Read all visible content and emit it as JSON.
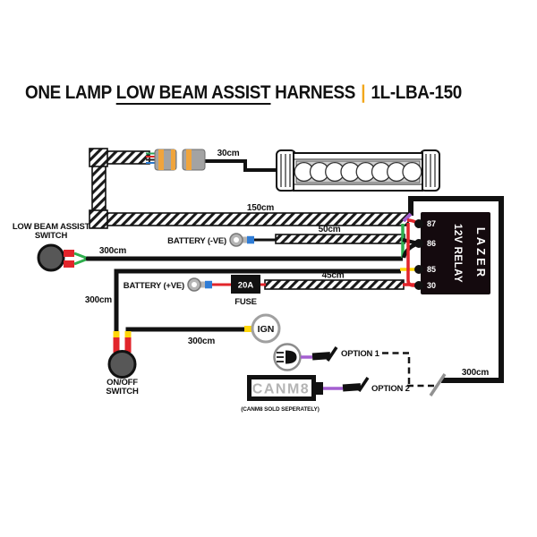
{
  "title": {
    "prefix": "ONE LAMP",
    "highlight": "LOW BEAM ASSIST",
    "suffix": "HARNESS",
    "separator": "|",
    "code": "1L-LBA-150"
  },
  "colors": {
    "accent": "#F2A71B",
    "red": "#E2252B",
    "green": "#2FAF4E",
    "yellow": "#FFD60A",
    "purple": "#A45FD0",
    "blue": "#2E7CD6",
    "connorange": "#F0A43C",
    "gray": "#A5A5A5",
    "relaybg": "#140A0E",
    "canm8text": "#B4B4B4",
    "switchfill": "#575757",
    "slashgray": "#919191"
  },
  "measurements": {
    "lamp_link": "30cm",
    "main_loom": "150cm",
    "battery_neg": "50cm",
    "battery_pos": "45cm",
    "low_beam_switch_wire": "300cm",
    "onoff_switch_wire": "300cm",
    "ignition_wire": "300cm",
    "options_wire": "300cm"
  },
  "components": {
    "low_beam_switch": {
      "line1": "LOW BEAM ASSIST",
      "line2": "SWITCH"
    },
    "battery_neg": "BATTERY (-VE)",
    "battery_pos": "BATTERY (+VE)",
    "fuse": {
      "rating": "20A",
      "label": "FUSE"
    },
    "ignition": "IGN",
    "relay": {
      "type": "12V RELAY",
      "brand": "LAZER",
      "pins": [
        "87",
        "86",
        "85",
        "30"
      ]
    },
    "onoff_switch": {
      "line1": "ON/OFF",
      "line2": "SWITCH"
    },
    "option1": "OPTION 1",
    "option2": "OPTION 2",
    "canm8": {
      "label": "CANM8",
      "note": "(CANM8 SOLD SEPERATELY)"
    }
  }
}
